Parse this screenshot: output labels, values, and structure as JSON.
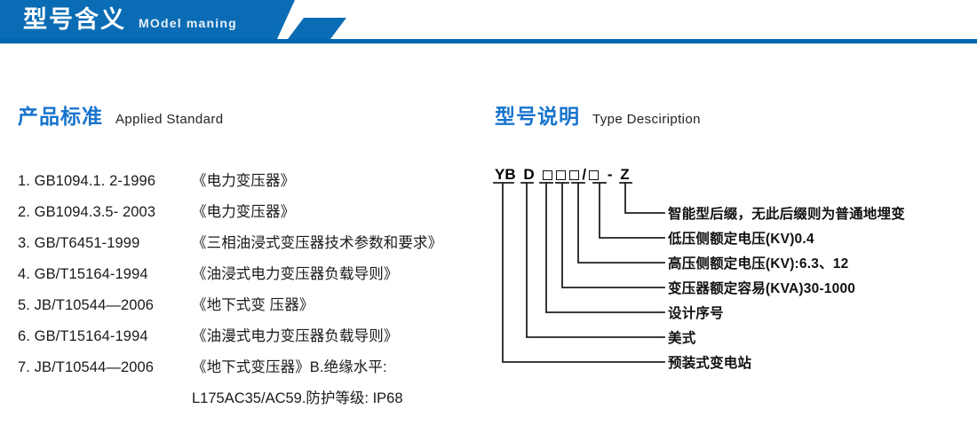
{
  "banner": {
    "title_cn": "型号含义",
    "title_en": "MOdel maning",
    "color": "#0a6cb4"
  },
  "sections": {
    "standards": {
      "heading_cn": "产品标准",
      "heading_en": "Applied Standard",
      "heading_color": "#1874cd"
    },
    "type_description": {
      "heading_cn": "型号说明",
      "heading_en": "Type Desciription",
      "heading_color": "#1874cd"
    }
  },
  "standards_list": [
    {
      "index": "1.",
      "code": "GB1094.1. 2-1996",
      "name": "《电力变压器》"
    },
    {
      "index": "2.",
      "code": "GB1094.3.5- 2003",
      "name": "《电力变压器》"
    },
    {
      "index": "3.",
      "code": "GB/T6451-1999",
      "name": "《三相油浸式变压器技术参数和要求》"
    },
    {
      "index": "4.",
      "code": "GB/T15164-1994",
      "name": "《油浸式电力变压器负载导则》"
    },
    {
      "index": "5.",
      "code": "JB/T10544—2006",
      "name": "《地下式变 压器》"
    },
    {
      "index": "6.",
      "code": "GB/T15164-1994",
      "name": "《油漫式电力变压器负载导则》"
    },
    {
      "index": "7.",
      "code": "JB/T10544—2006",
      "name": "《地下式变压器》B.绝缘水平:"
    }
  ],
  "standards_continuation": "L175AC35/AC59.防护等级: IP68",
  "type_code": {
    "segments": [
      {
        "kind": "text",
        "value": "YB"
      },
      {
        "kind": "space",
        "value": " "
      },
      {
        "kind": "text",
        "value": "D"
      },
      {
        "kind": "space",
        "value": " "
      },
      {
        "kind": "box",
        "value": "□"
      },
      {
        "kind": "box",
        "value": "□"
      },
      {
        "kind": "box",
        "value": "□"
      },
      {
        "kind": "text",
        "value": "/"
      },
      {
        "kind": "box",
        "value": "□"
      },
      {
        "kind": "space",
        "value": " "
      },
      {
        "kind": "text",
        "value": "-"
      },
      {
        "kind": "space",
        "value": " "
      },
      {
        "kind": "text",
        "value": "Z"
      }
    ],
    "plain": "YB D □□□/□ - Z"
  },
  "type_labels": [
    "智能型后缀，无此后缀则为普通地埋变",
    "低压侧额定电压(KV)0.4",
    "高压侧额定电压(KV):6.3、12",
    "变压器额定容易(KVA)30-1000",
    "设计序号",
    "美式",
    "预装式变电站"
  ]
}
